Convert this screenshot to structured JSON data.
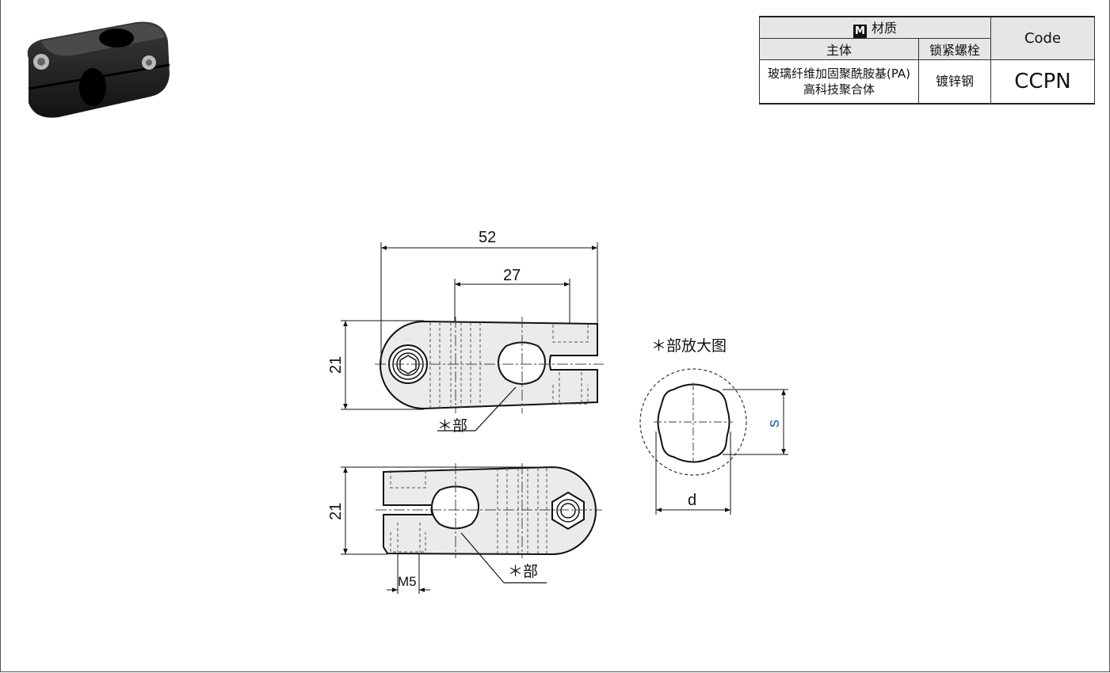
{
  "material_table": {
    "badge": "M",
    "title": "材质",
    "body_label": "主体",
    "bolt_label": "锁紧螺栓",
    "code_header": "Code",
    "body_material_line1": "玻璃纤维加固聚酰胺基(PA)",
    "body_material_line2": "高科技聚合体",
    "bolt_material": "镀锌钢",
    "code_value": "CCPN"
  },
  "dimensions": {
    "overall_length": "52",
    "slot_length": "27",
    "height_top": "21",
    "height_bottom": "21",
    "thread": "M5",
    "detail_s": "s",
    "detail_d": "d"
  },
  "callouts": {
    "detail_mark_top": "＊部",
    "detail_mark_bottom": "＊部",
    "detail_title": "＊部放大图"
  },
  "colors": {
    "part_fill": "#ebebeb",
    "line": "#111111",
    "code_blue": "#1a5fb0",
    "s_label_blue": "#1a5fb0"
  }
}
